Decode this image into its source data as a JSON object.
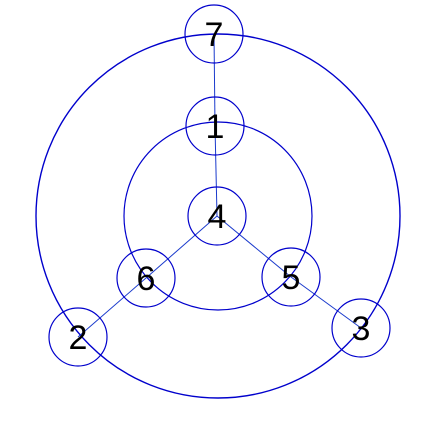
{
  "diagram": {
    "line_color": "#0000cc",
    "edge_color": "#1a3acc",
    "nodes": [
      {
        "id": "n7",
        "label": "7"
      },
      {
        "id": "n1",
        "label": "1"
      },
      {
        "id": "n4",
        "label": "4"
      },
      {
        "id": "n6",
        "label": "6"
      },
      {
        "id": "n5",
        "label": "5"
      },
      {
        "id": "n2",
        "label": "2"
      },
      {
        "id": "n3",
        "label": "3"
      }
    ],
    "edges": [
      {
        "from": "n7",
        "to": "n1"
      },
      {
        "from": "n1",
        "to": "n4"
      },
      {
        "from": "n4",
        "to": "n6"
      },
      {
        "from": "n4",
        "to": "n5"
      },
      {
        "from": "n6",
        "to": "n2"
      },
      {
        "from": "n5",
        "to": "n3"
      }
    ]
  }
}
